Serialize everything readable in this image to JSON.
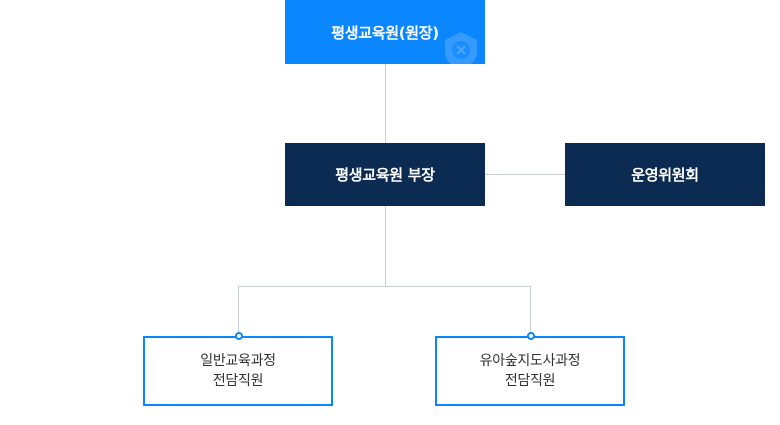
{
  "org_chart": {
    "head": {
      "label": "평생교육원(원장)",
      "emblem_icon": "institution-emblem-icon",
      "color": "#0a86ff"
    },
    "manager": {
      "label": "평생교육원 부장",
      "color": "#0b2b52"
    },
    "committee": {
      "label": "운영위원회",
      "color": "#0b2b52"
    },
    "staff": [
      {
        "line1": "일반교육과정",
        "line2": "전담직원"
      },
      {
        "line1": "유아숲지도사과정",
        "line2": "전담직원"
      }
    ],
    "connector_color": "#c9ced6",
    "node_border_color": "#0a86ff"
  }
}
